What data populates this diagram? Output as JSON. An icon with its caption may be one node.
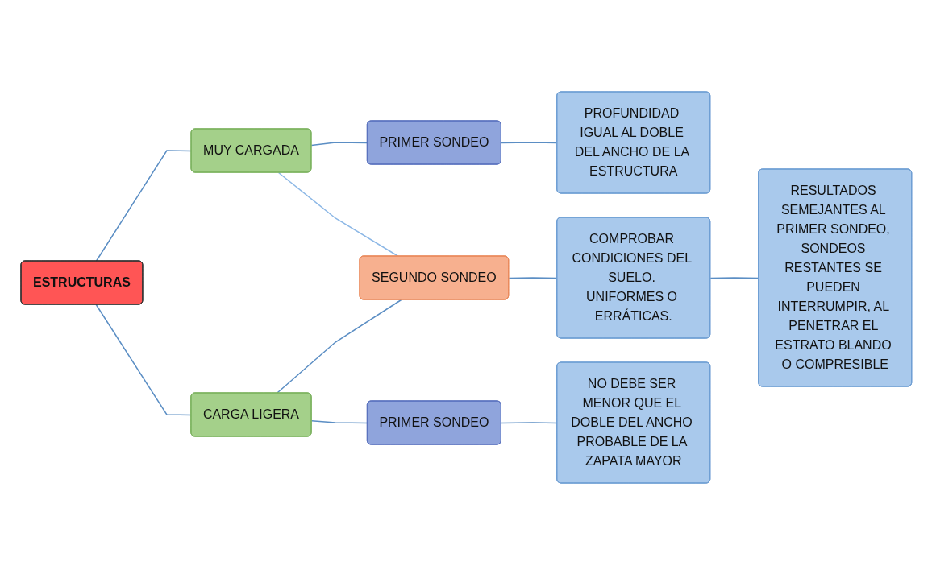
{
  "diagram": {
    "nodes": [
      {
        "text": [
          "ESTRUCTURAS"
        ]
      },
      {
        "text": [
          "MUY CARGADA"
        ]
      },
      {
        "text": [
          "CARGA LIGERA"
        ]
      },
      {
        "text": [
          "PRIMER SONDEO"
        ]
      },
      {
        "text": [
          "SEGUNDO SONDEO"
        ]
      },
      {
        "text": [
          "PRIMER SONDEO"
        ]
      },
      {
        "text": [
          "PROFUNDIDAD IGUAL AL DOBLE DEL ANCHO DE LA ESTRUCTURA"
        ]
      },
      {
        "text": [
          "COMPROBAR CONDICIONES DEL SUELO. UNIFORMES O ERRÁTICAS."
        ]
      },
      {
        "text": [
          "RESULTADOS SEMEJANTES AL PRIMER SONDEO, SONDEOS RESTANTES SE PUEDEN INTERRUMPIR, AL PENETRAR EL ESTRATO BLANDO O COMPRESIBLE"
        ]
      },
      {
        "text": [
          "NO DEBE SER MENOR QUE EL DOBLE DEL ANCHO PROBABLE DE LA ZAPATA MAYOR"
        ]
      }
    ],
    "edges": [
      {
        "from": 0,
        "to": 1,
        "arrow": "none"
      },
      {
        "from": 0,
        "to": 2,
        "arrow": "none"
      },
      {
        "from": 1,
        "to": 3,
        "arrow": "none"
      },
      {
        "from": 1,
        "to": 4,
        "arrow": "none",
        "color": "#8db8e6"
      },
      {
        "from": 2,
        "to": 4,
        "arrow": "none"
      },
      {
        "from": 2,
        "to": 5,
        "arrow": "none"
      },
      {
        "from": 3,
        "to": 6,
        "arrow": "none"
      },
      {
        "from": 4,
        "to": 7,
        "arrow": "none"
      },
      {
        "from": 7,
        "to": 8,
        "arrow": "none"
      },
      {
        "from": 5,
        "to": 9,
        "arrow": "none"
      }
    ]
  }
}
